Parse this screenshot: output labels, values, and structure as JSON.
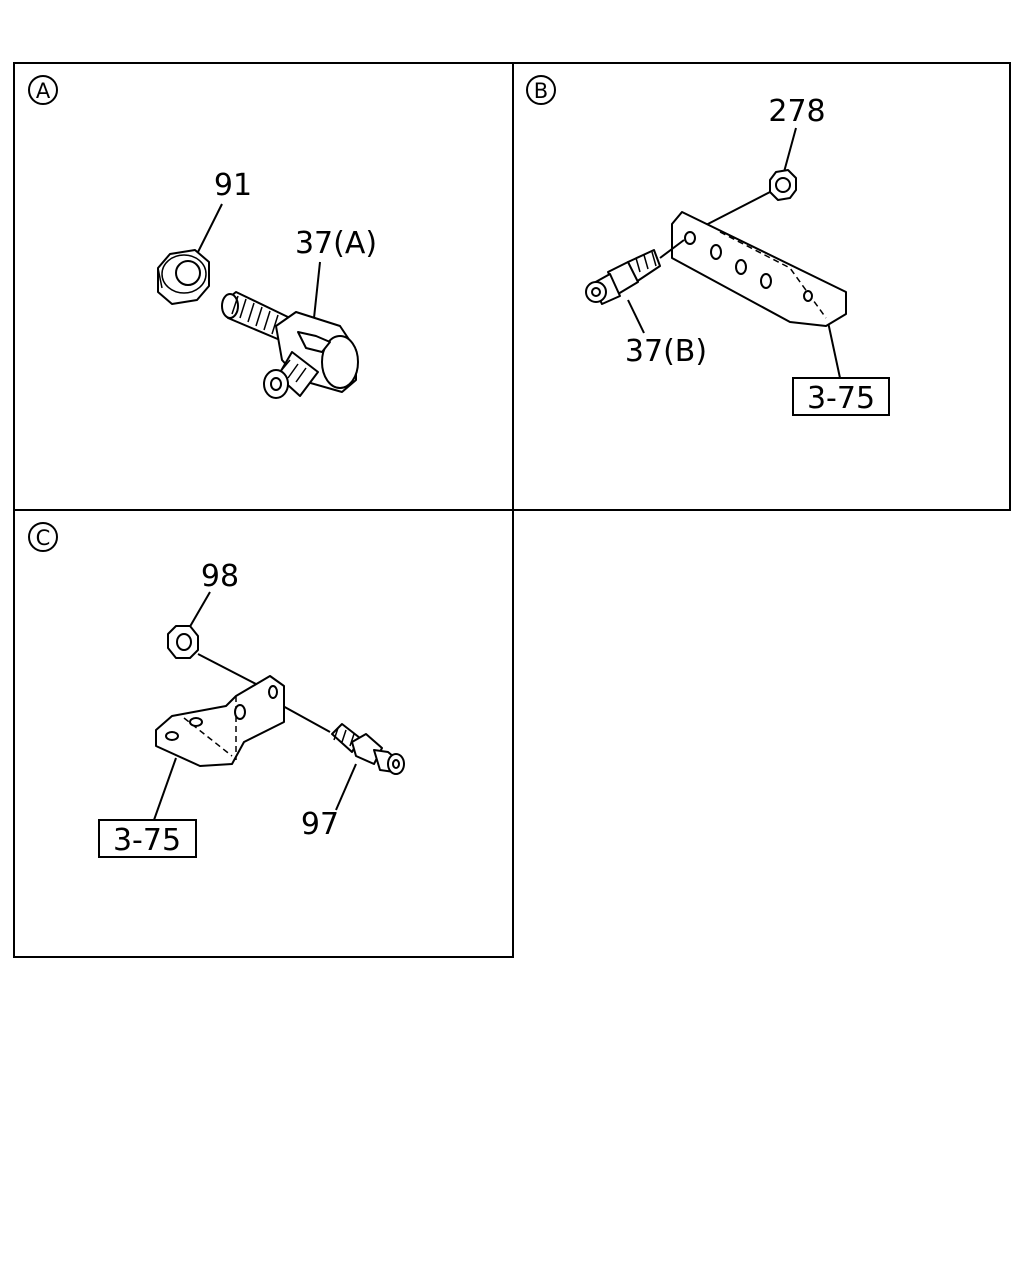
{
  "panels": {
    "a": {
      "marker": "A",
      "labels": {
        "nut": "91",
        "fitting": "37(A)"
      }
    },
    "b": {
      "marker": "B",
      "labels": {
        "nut": "278",
        "fitting": "37(B)",
        "ref": "3-75"
      }
    },
    "c": {
      "marker": "C",
      "labels": {
        "nut": "98",
        "fitting": "97",
        "ref": "3-75"
      }
    }
  }
}
